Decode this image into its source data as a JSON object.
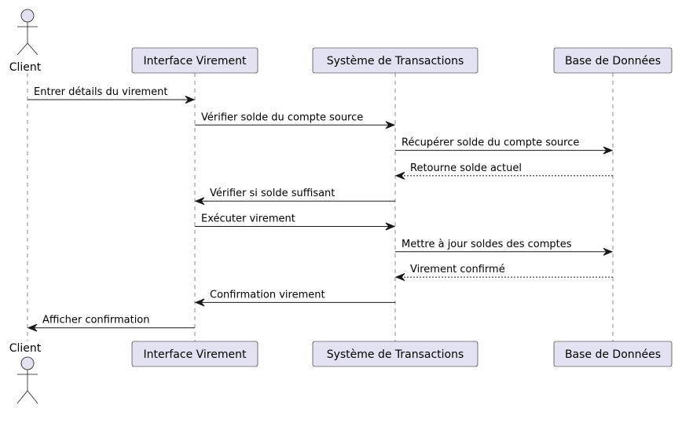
{
  "diagram": {
    "type": "sequence",
    "participants": [
      {
        "id": "client",
        "label": "Client",
        "kind": "actor"
      },
      {
        "id": "interface",
        "label": "Interface Virement",
        "kind": "participant"
      },
      {
        "id": "system",
        "label": "Système de Transactions",
        "kind": "participant"
      },
      {
        "id": "db",
        "label": "Base de Données",
        "kind": "participant"
      }
    ],
    "messages": [
      {
        "from": "client",
        "to": "interface",
        "label": "Entrer détails du virement",
        "style": "solid"
      },
      {
        "from": "interface",
        "to": "system",
        "label": "Vérifier solde du compte source",
        "style": "solid"
      },
      {
        "from": "system",
        "to": "db",
        "label": "Récupérer solde du compte source",
        "style": "solid"
      },
      {
        "from": "db",
        "to": "system",
        "label": "Retourne solde actuel",
        "style": "dashed"
      },
      {
        "from": "system",
        "to": "interface",
        "label": "Vérifier si solde suffisant",
        "style": "solid"
      },
      {
        "from": "interface",
        "to": "system",
        "label": "Exécuter virement",
        "style": "solid"
      },
      {
        "from": "system",
        "to": "db",
        "label": "Mettre à jour soldes des comptes",
        "style": "solid"
      },
      {
        "from": "db",
        "to": "system",
        "label": "Virement confirmé",
        "style": "dashed"
      },
      {
        "from": "system",
        "to": "interface",
        "label": "Confirmation virement",
        "style": "solid"
      },
      {
        "from": "interface",
        "to": "client",
        "label": "Afficher confirmation",
        "style": "solid"
      }
    ],
    "colors": {
      "participant_fill": "#E2E2F0",
      "border": "#181818",
      "lifeline": "#888888"
    }
  }
}
